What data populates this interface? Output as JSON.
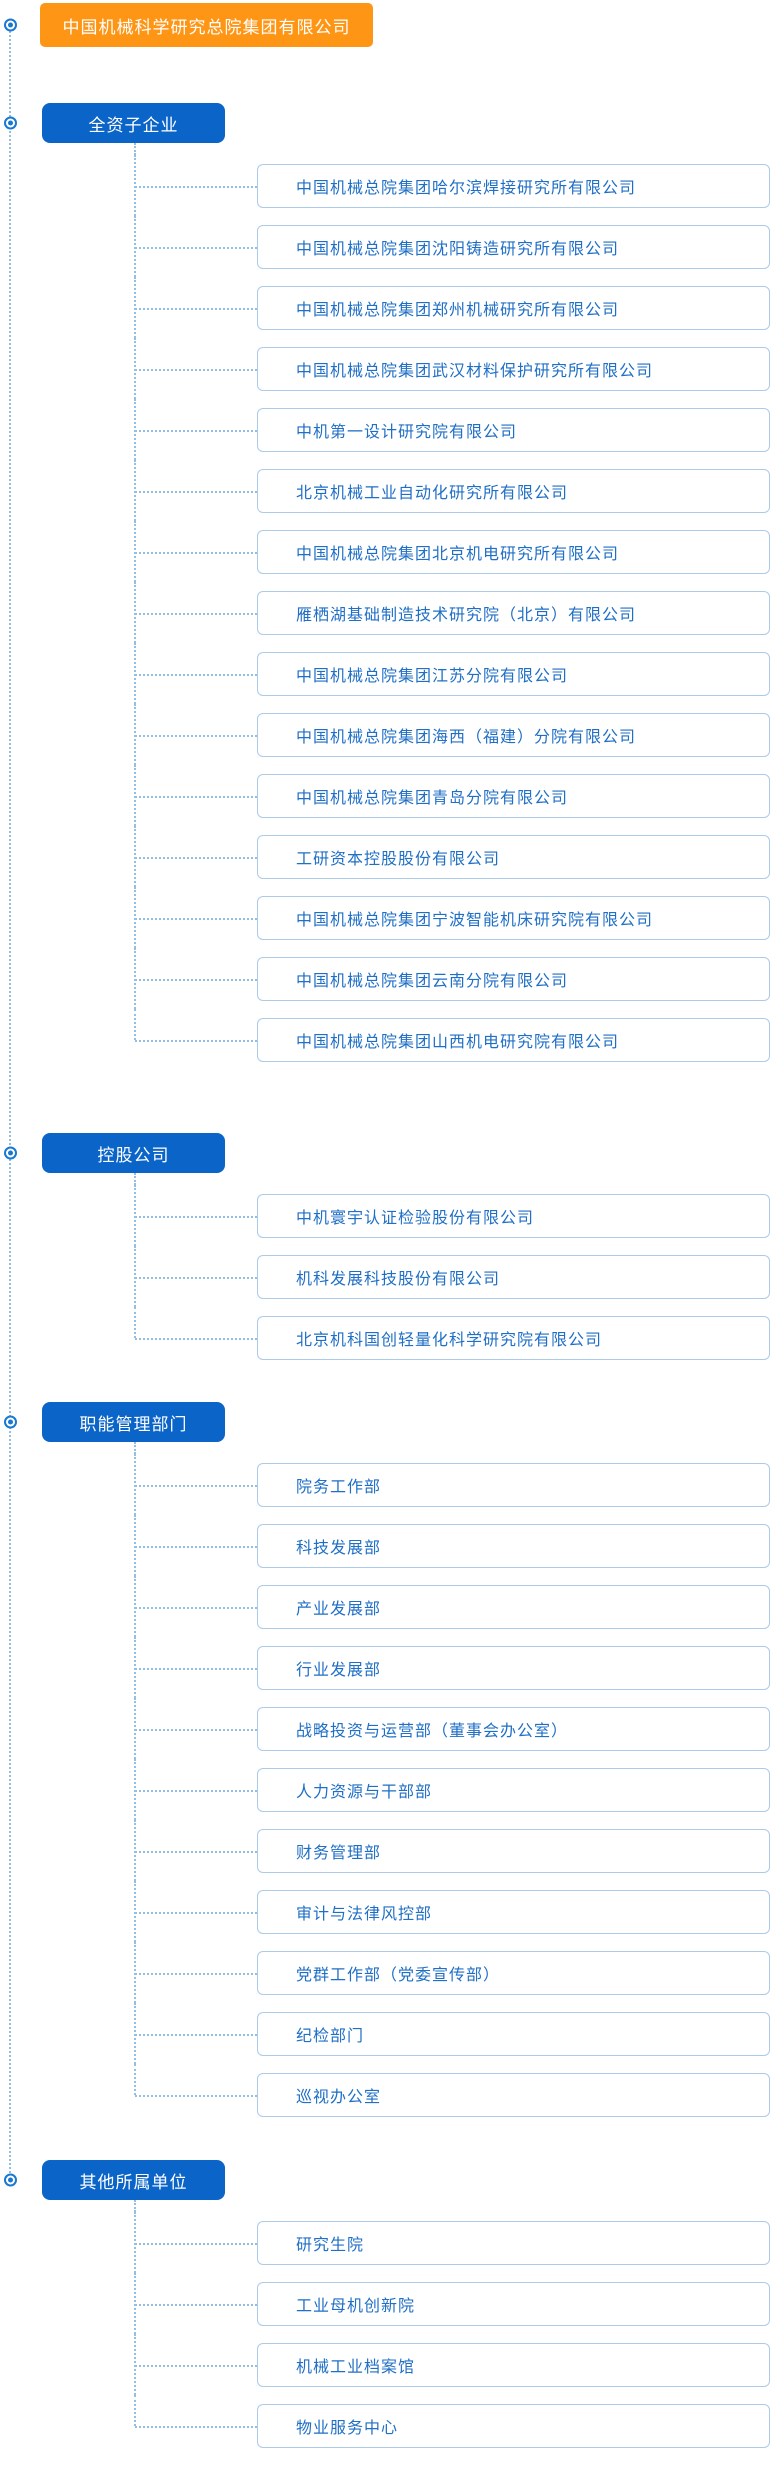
{
  "root": {
    "label": "中国机械科学研究总院集团有限公司"
  },
  "colors": {
    "root-bg": "#ff9514",
    "root-text": "#ffffff",
    "cat-bg": "#0b65c8",
    "cat-text": "#ffffff",
    "leaf-text": "#1f6fc6",
    "leaf-border": "#abcbe9",
    "leaf-bg": "#ffffff",
    "line": "#93bfe4",
    "bullet": "#1878d2",
    "page-bg": "#ffffff"
  },
  "icons": {
    "bullet": "bullseye-circle-icon"
  },
  "sections": [
    {
      "label": "全资子企业",
      "children": [
        {
          "label": "中国机械总院集团哈尔滨焊接研究所有限公司"
        },
        {
          "label": "中国机械总院集团沈阳铸造研究所有限公司"
        },
        {
          "label": "中国机械总院集团郑州机械研究所有限公司"
        },
        {
          "label": "中国机械总院集团武汉材料保护研究所有限公司"
        },
        {
          "label": "中机第一设计研究院有限公司"
        },
        {
          "label": "北京机械工业自动化研究所有限公司"
        },
        {
          "label": "中国机械总院集团北京机电研究所有限公司"
        },
        {
          "label": "雁栖湖基础制造技术研究院（北京）有限公司"
        },
        {
          "label": "中国机械总院集团江苏分院有限公司"
        },
        {
          "label": "中国机械总院集团海西（福建）分院有限公司"
        },
        {
          "label": "中国机械总院集团青岛分院有限公司"
        },
        {
          "label": "工研资本控股股份有限公司"
        },
        {
          "label": "中国机械总院集团宁波智能机床研究院有限公司"
        },
        {
          "label": "中国机械总院集团云南分院有限公司"
        },
        {
          "label": "中国机械总院集团山西机电研究院有限公司"
        }
      ]
    },
    {
      "label": "控股公司",
      "children": [
        {
          "label": "中机寰宇认证检验股份有限公司"
        },
        {
          "label": "机科发展科技股份有限公司"
        },
        {
          "label": "北京机科国创轻量化科学研究院有限公司"
        }
      ]
    },
    {
      "label": "职能管理部门",
      "children": [
        {
          "label": "院务工作部"
        },
        {
          "label": "科技发展部"
        },
        {
          "label": "产业发展部"
        },
        {
          "label": "行业发展部"
        },
        {
          "label": "战略投资与运营部（董事会办公室）"
        },
        {
          "label": "人力资源与干部部"
        },
        {
          "label": "财务管理部"
        },
        {
          "label": "审计与法律风控部"
        },
        {
          "label": "党群工作部（党委宣传部）"
        },
        {
          "label": "纪检部门"
        },
        {
          "label": "巡视办公室"
        }
      ]
    },
    {
      "label": "其他所属单位",
      "children": [
        {
          "label": "研究生院"
        },
        {
          "label": "工业母机创新院"
        },
        {
          "label": "机械工业档案馆"
        },
        {
          "label": "物业服务中心"
        }
      ]
    }
  ]
}
